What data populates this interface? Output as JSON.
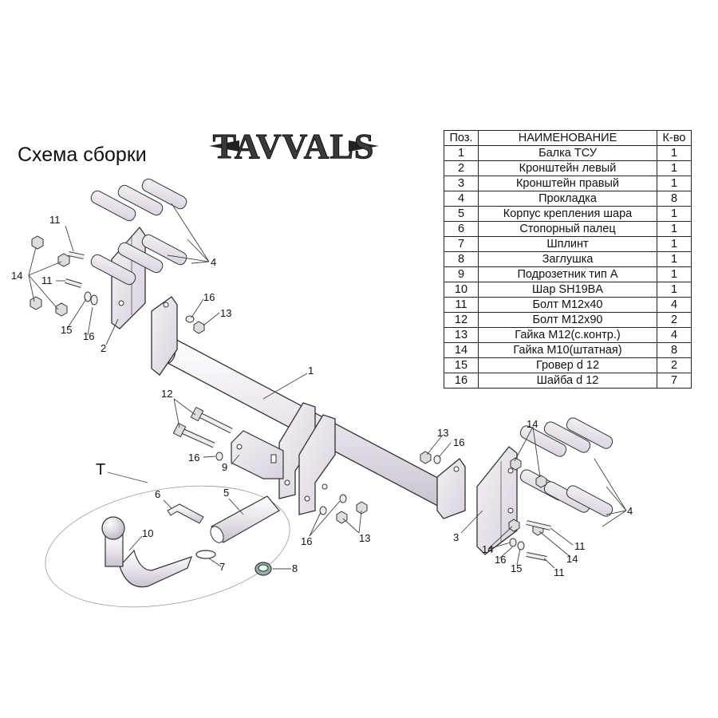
{
  "title": "Схема сборки",
  "logo_text": "TAVVALS",
  "table": {
    "headers": [
      "Поз.",
      "НАИМЕНОВАНИЕ",
      "К-во"
    ],
    "rows": [
      [
        "1",
        "Балка ТСУ",
        "1"
      ],
      [
        "2",
        "Кронштейн левый",
        "1"
      ],
      [
        "3",
        "Кронштейн правый",
        "1"
      ],
      [
        "4",
        "Прокладка",
        "8"
      ],
      [
        "5",
        "Корпус крепления шара",
        "1"
      ],
      [
        "6",
        "Стопорный палец",
        "1"
      ],
      [
        "7",
        "Шплинт",
        "1"
      ],
      [
        "8",
        "Заглушка",
        "1"
      ],
      [
        "9",
        "Подрозетник тип А",
        "1"
      ],
      [
        "10",
        "Шар SH19BA",
        "1"
      ],
      [
        "11",
        "Болт М12х40",
        "4"
      ],
      [
        "12",
        "Болт М12х90",
        "2"
      ],
      [
        "13",
        "Гайка М12(с.контр.)",
        "4"
      ],
      [
        "14",
        "Гайка М10(штатная)",
        "8"
      ],
      [
        "15",
        "Гровер d 12",
        "2"
      ],
      [
        "16",
        "Шайба d 12",
        "7"
      ]
    ]
  },
  "callouts": {
    "c1": "1",
    "c2": "2",
    "c3": "3",
    "c4": "4",
    "c4b": "4",
    "c5": "5",
    "c6": "6",
    "c7": "7",
    "c8": "8",
    "c9": "9",
    "c10": "10",
    "c11a": "11",
    "c11b": "11",
    "c11c": "11",
    "c11d": "11",
    "c12": "12",
    "c13a": "13",
    "c13b": "13",
    "c13c": "13",
    "c14a": "14",
    "c14b": "14",
    "c14c": "14",
    "c14d": "14",
    "c15a": "15",
    "c15b": "15",
    "c16a": "16",
    "c16b": "16",
    "c16c": "16",
    "c16d": "16",
    "c16e": "16",
    "c16f": "16",
    "cT": "T"
  },
  "colors": {
    "part_fill": "#ece8ee",
    "outline": "#333333",
    "leader": "#444444"
  }
}
